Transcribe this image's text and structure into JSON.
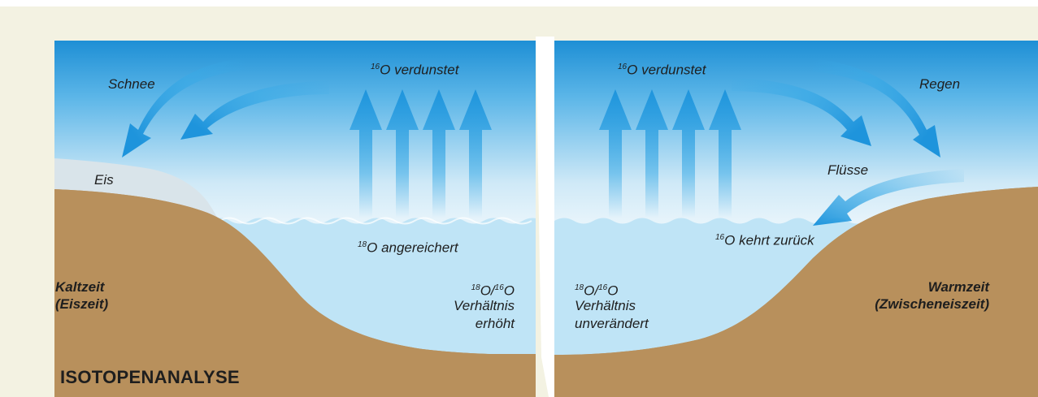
{
  "title": "ISOTOPENANALYSE",
  "colors": {
    "background": "#f3f2e2",
    "land": "#b8905c",
    "water": "#bfe4f6",
    "sky_top": "#1e8fd5",
    "ice": "#d9e4ea",
    "arrow": "#37a9e6"
  },
  "left_panel": {
    "era_line1": "Kaltzeit",
    "era_line2": "(Eiszeit)",
    "snow_label": "Schnee",
    "ice_label": "Eis",
    "evap_isotope": "16",
    "evap_text": "O verdunstet",
    "enriched_isotope": "18",
    "enriched_text": "O angereichert",
    "ratio_iso1": "18",
    "ratio_mid": "O/",
    "ratio_iso2": "16",
    "ratio_end": "O",
    "ratio_line2": "Verhältnis",
    "ratio_line3": "erhöht"
  },
  "right_panel": {
    "era_line1": "Warmzeit",
    "era_line2": "(Zwischeneiszeit)",
    "rain_label": "Regen",
    "rivers_label": "Flüsse",
    "evap_isotope": "16",
    "evap_text": "O verdunstet",
    "return_isotope": "16",
    "return_text": "O kehrt zurück",
    "ratio_iso1": "18",
    "ratio_mid": "O/",
    "ratio_iso2": "16",
    "ratio_end": "O",
    "ratio_line2": "Verhältnis",
    "ratio_line3": "unverändert"
  }
}
